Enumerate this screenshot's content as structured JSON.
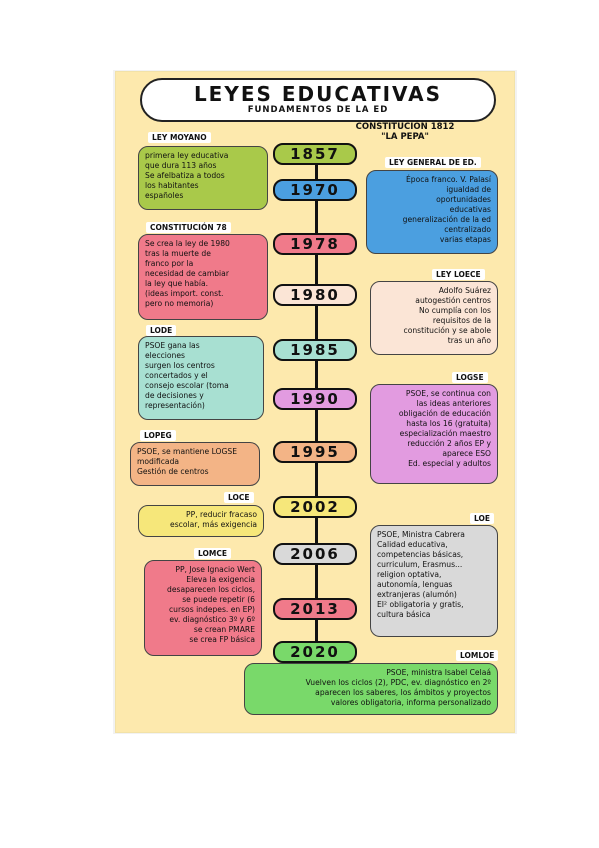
{
  "title": "LEYES EDUCATIVAS",
  "subtitle": "FUNDAMENTOS DE LA ED",
  "constitucion_1812": {
    "line1": "CONSTITUCIÓN 1812",
    "line2": "\"LA PEPA\""
  },
  "years": [
    "1857",
    "1970",
    "1978",
    "1980",
    "1985",
    "1990",
    "1995",
    "2002",
    "2006",
    "2013",
    "2020"
  ],
  "year_colors": [
    "#a9c94a",
    "#4b9fe0",
    "#f07a8a",
    "#fbe5d6",
    "#a8e0d2",
    "#e29be0",
    "#f3b486",
    "#f6e77a",
    "#d9d9d9",
    "#f07a8a",
    "#79d96a"
  ],
  "laws": [
    {
      "label": "LEY MOYANO",
      "text": "primera ley educativa\nque dura 113 años\nSe afelbatiza a todos\nlos habitantes\nespañoles",
      "color": "#a9c94a"
    },
    {
      "label": "LEY GENERAL DE ED.",
      "text": "Época franco. V. Palasí\nigualdad de\noportunidades\neducativas\ngeneralización de la ed\ncentralizado\nvarias etapas",
      "color": "#4b9fe0"
    },
    {
      "label": "CONSTITUCIÓN 78",
      "text": "Se crea la ley de 1980\ntras la muerte de\nfranco por la\nnecesidad de cambiar\nla ley que había.\n(ideas import. const.\npero no memoria)",
      "color": "#f07a8a"
    },
    {
      "label": "LEY LOECE",
      "text": "Adolfo Suárez\nautogestión centros\nNo cumplía con los\nrequisitos de la\nconstitución y se abole\ntras un año",
      "color": "#fbe5d6"
    },
    {
      "label": "LODE",
      "text": "PSOE gana las\nelecciones\nsurgen los centros\nconcertados y el\nconsejo escolar (toma\nde decisiones y\nrepresentación)",
      "color": "#a8e0d2"
    },
    {
      "label": "LOGSE",
      "text": "PSOE, se continua con\nlas ideas anteriores\nobligación de educación\nhasta los 16 (gratuita)\nespecialización maestro\nreducción 2 años EP y\naparece ESO\nEd. especial y adultos",
      "color": "#e29be0"
    },
    {
      "label": "LOPEG",
      "text": "PSOE, se mantiene LOGSE\nmodificada\nGestión de centros",
      "color": "#f3b486"
    },
    {
      "label": "LOCE",
      "text": "PP, reducir fracaso\nescolar, más exigencia",
      "color": "#f6e77a"
    },
    {
      "label": "LOE",
      "text": "PSOE, Ministra Cabrera\nCalidad educativa,\ncompetencias básicas,\ncurriculum, Erasmus...\nreligion optativa,\nautonomía, lenguas\nextranjeras (alumón)\nEI² obligatoria y gratis,\ncultura básica",
      "color": "#d9d9d9"
    },
    {
      "label": "LOMCE",
      "text": "PP, Jose Ignacio Wert\nEleva la exigencia\ndesaparecen los ciclos,\nse puede repetir (6\ncursos indepes. en EP)\nev. diagnóstico 3º y 6º\nse crean PMARE\nse crea FP básica",
      "color": "#f07a8a"
    },
    {
      "label": "LOMLOE",
      "text": "PSOE, ministra Isabel Celaá\nVuelven los ciclos (2), PDC, ev. diagnóstico en 2º\naparecen los saberes, los ámbitos y proyectos\nvalores obligatoria, informa personalizado",
      "color": "#79d96a"
    }
  ]
}
